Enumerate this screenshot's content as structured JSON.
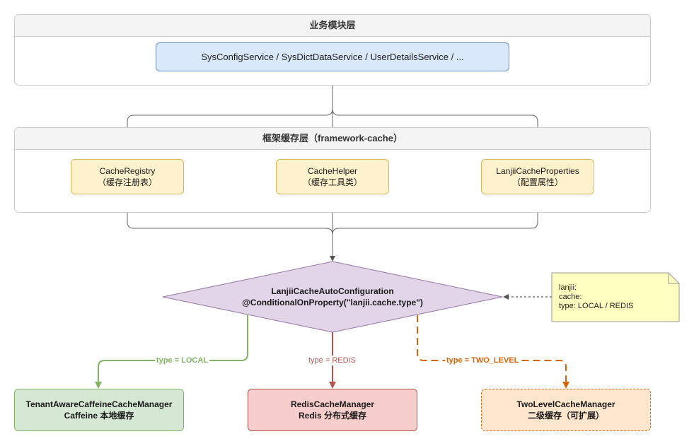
{
  "business_layer": {
    "title": "业务模块层",
    "services": "SysConfigService / SysDictDataService / UserDetailsService / ..."
  },
  "framework_layer": {
    "title": "框架缓存层（framework-cache）",
    "registry": {
      "name": "CacheRegistry",
      "desc": "（缓存注册表）"
    },
    "helper": {
      "name": "CacheHelper",
      "desc": "（缓存工具类）"
    },
    "properties": {
      "name": "LanjiiCacheProperties",
      "desc": "（配置属性）"
    }
  },
  "auto_config": {
    "name": "LanjiiCacheAutoConfiguration",
    "condition": "@ConditionalOnProperty(\"lanjii.cache.type\")"
  },
  "config_note": {
    "line1": "lanjii:",
    "line2": "  cache:",
    "line3": "    type: LOCAL / REDIS"
  },
  "branches": {
    "local": {
      "label": "type = LOCAL",
      "name": "TenantAwareCaffeineCacheManager",
      "desc": "Caffeine 本地缓存"
    },
    "redis": {
      "label": "type = REDIS",
      "name": "RedisCacheManager",
      "desc": "Redis 分布式缓存"
    },
    "two": {
      "label": "type = TWO_LEVEL",
      "name": "TwoLevelCacheManager",
      "desc": "二级缓存（可扩展）"
    }
  },
  "colors": {
    "local": "#82b366",
    "redis": "#b85450",
    "two_level": "#d7650c",
    "neutral": "#666666"
  }
}
